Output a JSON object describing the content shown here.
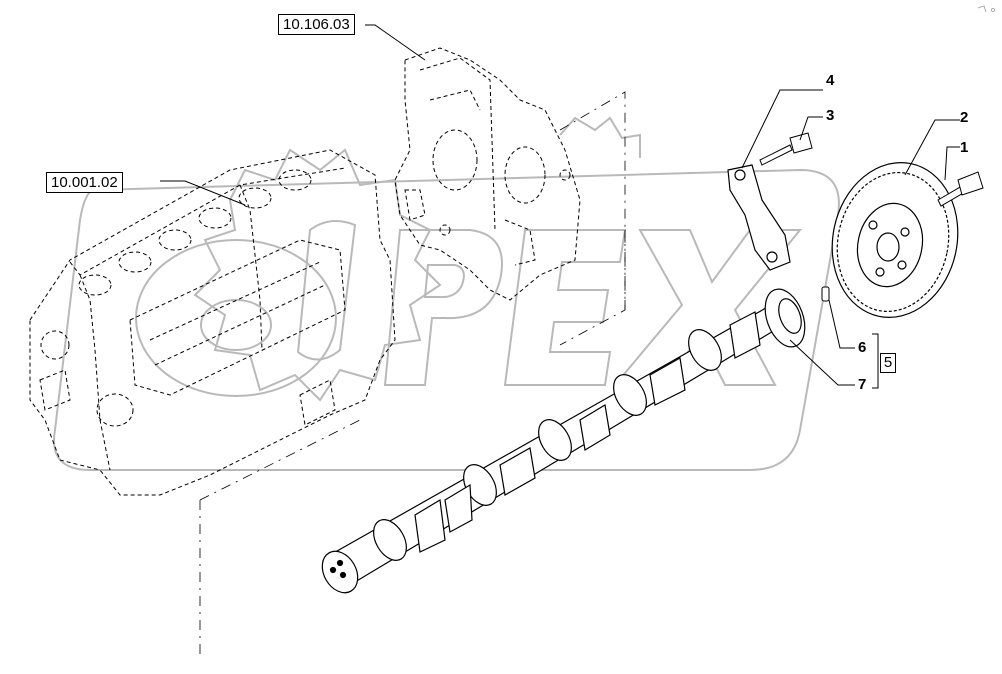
{
  "watermark": {
    "text": "OPEX"
  },
  "corner_mark": "° ·",
  "references": [
    {
      "id": "ref-block",
      "label": "10.001.02"
    },
    {
      "id": "ref-cover",
      "label": "10.106.03"
    }
  ],
  "callouts": [
    {
      "id": "1",
      "label": "1"
    },
    {
      "id": "2",
      "label": "2"
    },
    {
      "id": "3",
      "label": "3"
    },
    {
      "id": "4",
      "label": "4"
    },
    {
      "id": "5",
      "label": "5"
    },
    {
      "id": "6",
      "label": "6"
    },
    {
      "id": "7",
      "label": "7"
    }
  ],
  "colors": {
    "line": "#000000",
    "watermark": "#b8b8b8",
    "background": "#ffffff"
  }
}
